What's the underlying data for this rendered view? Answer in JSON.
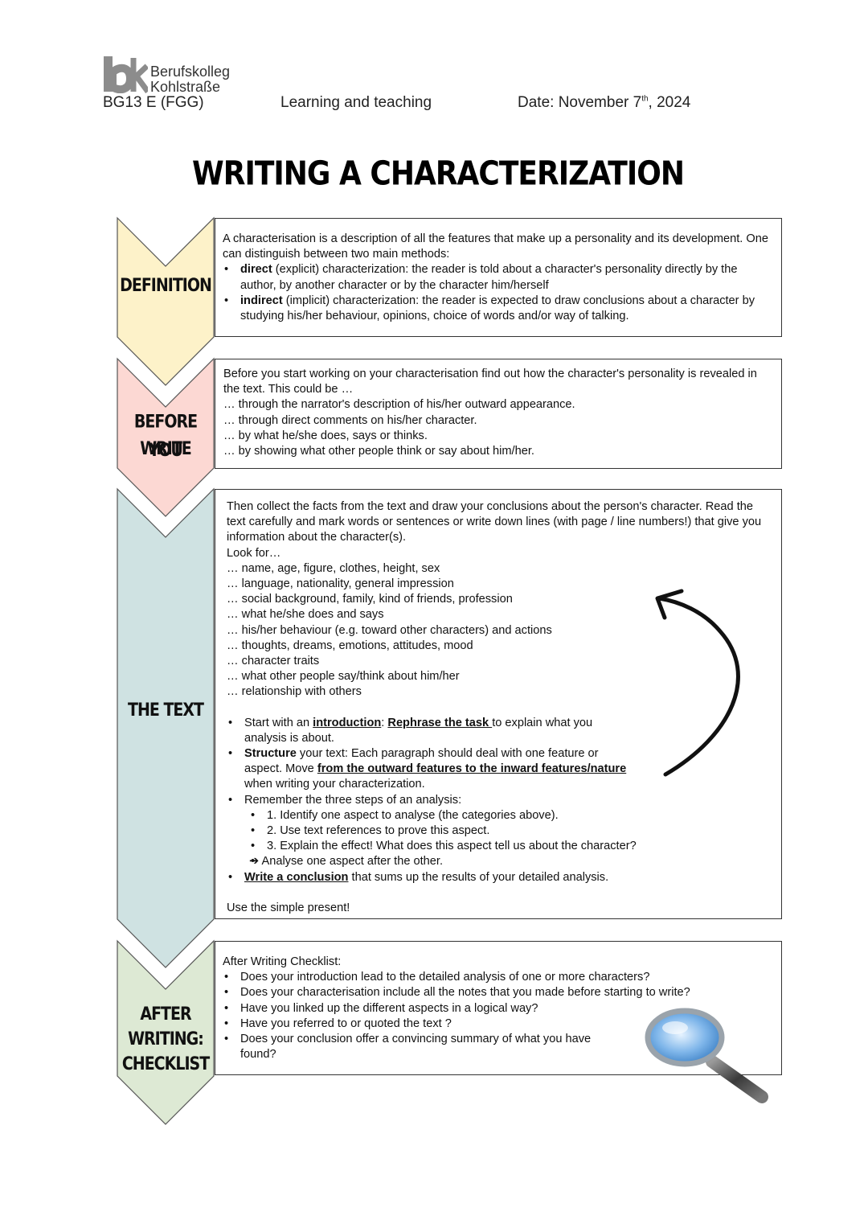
{
  "header": {
    "logo_line1": "Berufskolleg",
    "logo_line2": "Kohlstraße",
    "class_code": "BG13 E (FGG)",
    "subject": "Learning and teaching",
    "date_prefix": "Date: November 7",
    "date_sup": "th",
    "date_suffix": ", 2024"
  },
  "title": "WRITING A CHARACTERIZATION",
  "colors": {
    "definition": "#fdf2c9",
    "before": "#fcd8d3",
    "text": "#cfe2e2",
    "after": "#dde9d4"
  },
  "sections": {
    "definition": {
      "label": "DEFINITION",
      "intro": "A characterisation is a description of all the features that make up a personality and its development. One can distinguish between two main methods:",
      "b1_bold": "direct",
      "b1_rest": " (explicit) characterization: the reader is told about a character's personality directly by the author, by another character or by the character him/herself",
      "b2_bold": "indirect",
      "b2_rest": " (implicit) characterization: the reader is expected to draw conclusions about a character by studying his/her behaviour, opinions, choice of words and/or way of talking."
    },
    "before": {
      "label_line1": "BEFORE YOU",
      "label_line2": "WRITE",
      "intro": "Before you start working on your characterisation find out how the character's personality is revealed in the text. This could be …",
      "lines": [
        "… through the narrator's description of his/her outward appearance.",
        "… through direct comments on his/her character.",
        "… by what he/she does, says or thinks.",
        "… by showing what other people think or say about him/her."
      ]
    },
    "text": {
      "label": "THE TEXT",
      "intro": "Then collect the facts from the text and draw your conclusions about the person's character. Read the text carefully and mark words or sentences or write down lines (with page / line numbers!) that give you information about the character(s).",
      "look_for": "Look for…",
      "look_items": [
        "… name, age, figure, clothes, height, sex",
        "… language, nationality, general impression",
        "… social background, family, kind of friends, profession",
        "… what he/she does and says",
        "… his/her behaviour (e.g. toward other characters) and actions",
        "… thoughts, dreams, emotions, attitudes, mood",
        "… character traits",
        "… what other people say/think about him/her",
        "… relationship with others"
      ],
      "b1_pre": "Start with an ",
      "b1_u1": "introduction",
      "b1_mid": ": ",
      "b1_u2": "Rephrase the task ",
      "b1_post": "to explain what you analysis is about.",
      "b2_bold": "Structure",
      "b2_mid": " your text: Each paragraph should deal with one feature or aspect. Move ",
      "b2_u": "from the outward features to the inward features/nature",
      "b2_post": " when writing your characterization.",
      "b3": "Remember the three steps of an analysis:",
      "steps": [
        "1. Identify one aspect to analyse (the categories above).",
        "2. Use text references to prove this aspect.",
        "3. Explain the effect! What does this aspect tell us about the character?",
        "➔ Analyse one aspect after the other."
      ],
      "b4_u": "Write a conclusion",
      "b4_post": " that sums up the results of your detailed analysis.",
      "footer": "Use the simple present!"
    },
    "after": {
      "label_line1": "AFTER",
      "label_line2": "WRITING:",
      "label_line3": "CHECKLIST",
      "heading": "After Writing Checklist:",
      "items": [
        "Does your introduction lead to the detailed analysis of one or more characters?",
        "Does your characterisation include all the notes that you made before starting to write?",
        "Have you linked up the different aspects in a logical way?",
        "Have you referred to or quoted the text ?",
        "Does your conclusion offer a convincing summary of what you have found?"
      ]
    }
  },
  "icons": {
    "logo": "bk-logo-icon",
    "arrow": "curved-arrow-icon",
    "magnifier": "magnifying-glass-icon"
  }
}
